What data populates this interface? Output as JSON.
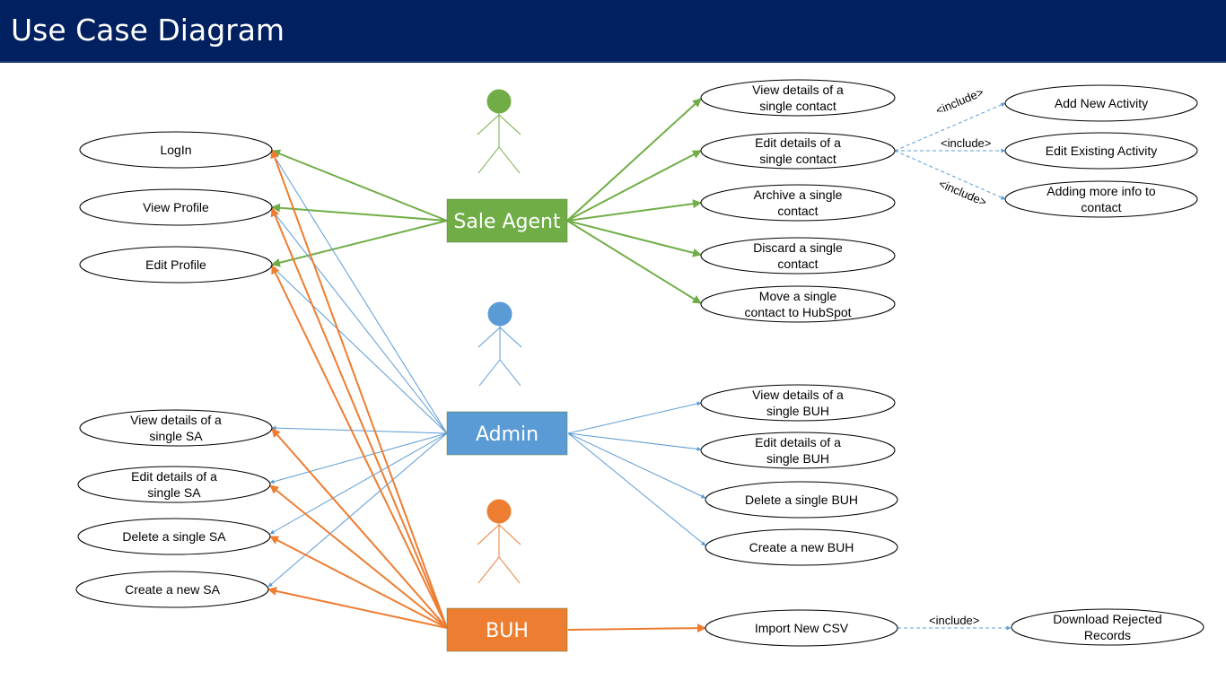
{
  "header": {
    "title": "Use Case Diagram"
  },
  "actors": {
    "sale_agent": {
      "label": "Sale Agent",
      "color": "#70AD47",
      "figure_color": "#70AD47"
    },
    "admin": {
      "label": "Admin",
      "color": "#5B9BD5",
      "figure_color": "#5B9BD5"
    },
    "buh": {
      "label": "BUH",
      "color": "#ED7D31",
      "figure_color": "#ED7D31"
    }
  },
  "use_cases": {
    "login": [
      "LogIn"
    ],
    "view_profile": [
      "View Profile"
    ],
    "edit_profile": [
      "Edit Profile"
    ],
    "view_sa": [
      "View details of a",
      "single SA"
    ],
    "edit_sa": [
      "Edit details of a",
      "single SA"
    ],
    "delete_sa": [
      "Delete a single SA"
    ],
    "create_sa": [
      "Create a new SA"
    ],
    "view_contact": [
      "View details of a",
      "single contact"
    ],
    "edit_contact": [
      "Edit details of a",
      "single contact"
    ],
    "archive_contact": [
      "Archive a single",
      "contact"
    ],
    "discard_contact": [
      "Discard a single",
      "contact"
    ],
    "move_contact": [
      "Move a single",
      "contact to HubSpot"
    ],
    "add_activity": [
      "Add New Activity"
    ],
    "edit_activity": [
      "Edit Existing Activity"
    ],
    "add_info": [
      "Adding more info to",
      "contact"
    ],
    "view_buh": [
      "View details of a",
      "single BUH"
    ],
    "edit_buh": [
      "Edit details of a",
      "single BUH"
    ],
    "delete_buh": [
      "Delete a single BUH"
    ],
    "create_buh": [
      "Create a new BUH"
    ],
    "import_csv": [
      "Import New CSV"
    ],
    "download_rejected": [
      "Download Rejected",
      "Records"
    ]
  },
  "include_label": "<include>",
  "colors": {
    "header_bg": "#002060",
    "green": "#70AD47",
    "blue": "#5B9BD5",
    "orange": "#ED7D31"
  }
}
